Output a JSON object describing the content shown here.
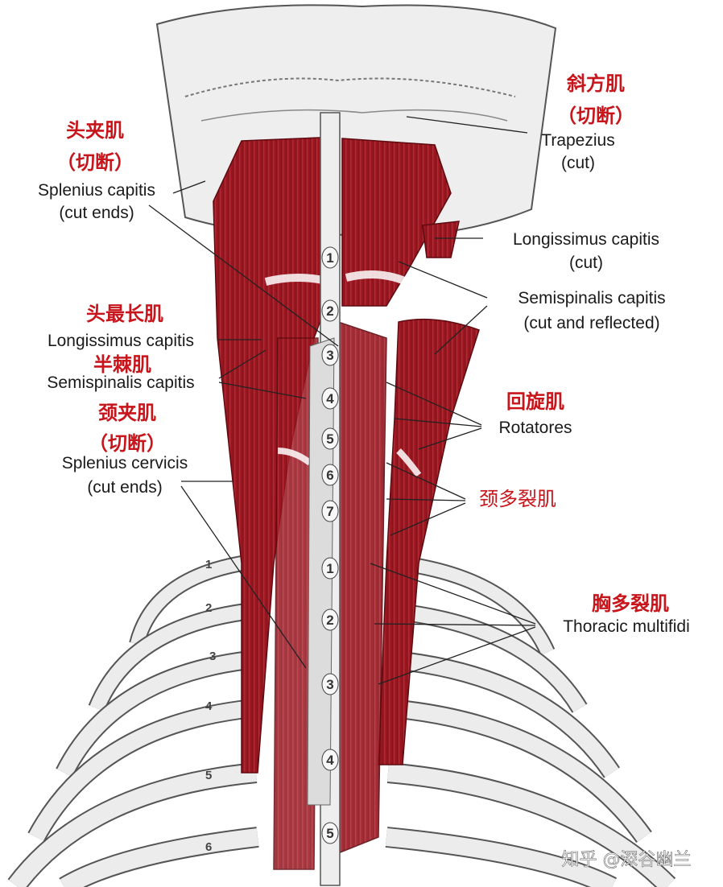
{
  "labels": {
    "trapezius_cn": "斜方肌",
    "trapezius_cn_sub": "（切断）",
    "trapezius_en": "Trapezius",
    "trapezius_en_sub": "(cut)",
    "splenius_capitis_cn": "头夹肌",
    "splenius_capitis_cn_sub": "（切断）",
    "splenius_capitis_en": "Splenius capitis",
    "splenius_capitis_en_sub": "(cut ends)",
    "longissimus_capitis_right_en": "Longissimus capitis",
    "longissimus_capitis_right_en_sub": "(cut)",
    "semispinalis_capitis_right_en": "Semispinalis capitis",
    "semispinalis_capitis_right_en_sub": "(cut and reflected)",
    "longissimus_capitis_cn": "头最长肌",
    "longissimus_capitis_en": "Longissimus capitis",
    "semispinalis_capitis_cn": "半棘肌",
    "semispinalis_capitis_en": "Semispinalis capitis",
    "rotatores_cn": "回旋肌",
    "rotatores_en": "Rotatores",
    "splenius_cervicis_cn": "颈夹肌",
    "splenius_cervicis_cn_sub": "（切断）",
    "splenius_cervicis_en": "Splenius cervicis",
    "splenius_cervicis_en_sub": "(cut ends)",
    "cervical_multifidi_cn": "颈多裂肌",
    "thoracic_multifidi_cn": "胸多裂肌",
    "thoracic_multifidi_en": "Thoracic multifidi"
  },
  "vertebrae": {
    "cervical": [
      "1",
      "2",
      "3",
      "4",
      "5",
      "6",
      "7"
    ],
    "thoracic": [
      "1",
      "2",
      "3",
      "4",
      "5"
    ]
  },
  "ribs": [
    "1",
    "2",
    "3",
    "4",
    "5",
    "6"
  ],
  "watermark": "知乎 @深谷幽兰",
  "colors": {
    "muscle": "#b3212c",
    "muscle_dark": "#7d1019",
    "bone": "#e9e9e9",
    "label_red": "#c8151b",
    "text": "#1a1a1a"
  }
}
